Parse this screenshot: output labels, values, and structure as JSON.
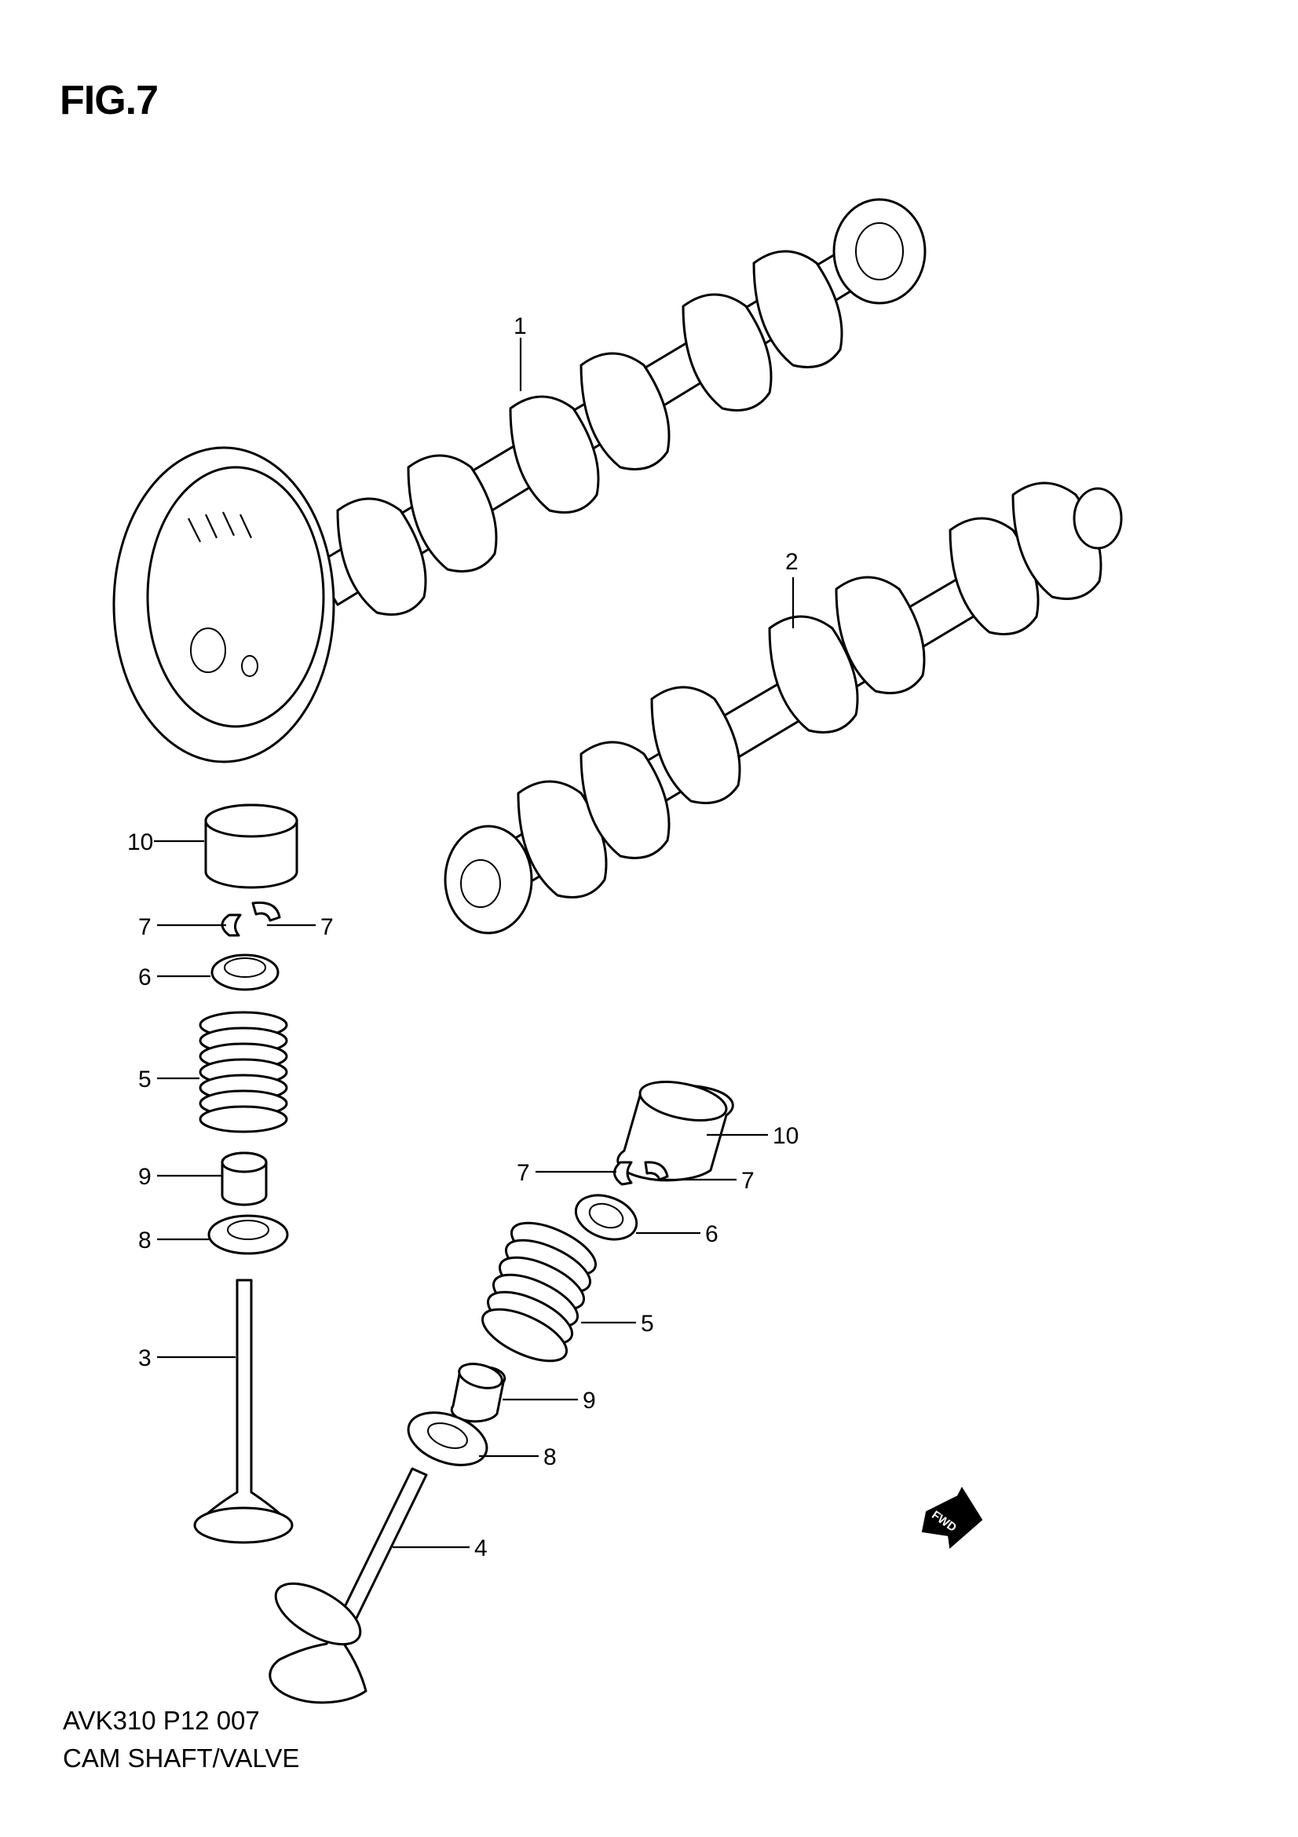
{
  "figure": {
    "title": "FIG.7",
    "code": "AVK310 P12 007",
    "caption": "CAM SHAFT/VALVE",
    "fwd_label": "FWD"
  },
  "callouts": [
    {
      "id": "c1",
      "label": "1"
    },
    {
      "id": "c2",
      "label": "2"
    },
    {
      "id": "c10a",
      "label": "10"
    },
    {
      "id": "c7a",
      "label": "7"
    },
    {
      "id": "c7b",
      "label": "7"
    },
    {
      "id": "c6a",
      "label": "6"
    },
    {
      "id": "c5a",
      "label": "5"
    },
    {
      "id": "c9a",
      "label": "9"
    },
    {
      "id": "c8a",
      "label": "8"
    },
    {
      "id": "c3",
      "label": "3"
    },
    {
      "id": "c10b",
      "label": "10"
    },
    {
      "id": "c7c",
      "label": "7"
    },
    {
      "id": "c7d",
      "label": "7"
    },
    {
      "id": "c6b",
      "label": "6"
    },
    {
      "id": "c5b",
      "label": "5"
    },
    {
      "id": "c9b",
      "label": "9"
    },
    {
      "id": "c8b",
      "label": "8"
    },
    {
      "id": "c4",
      "label": "4"
    }
  ]
}
